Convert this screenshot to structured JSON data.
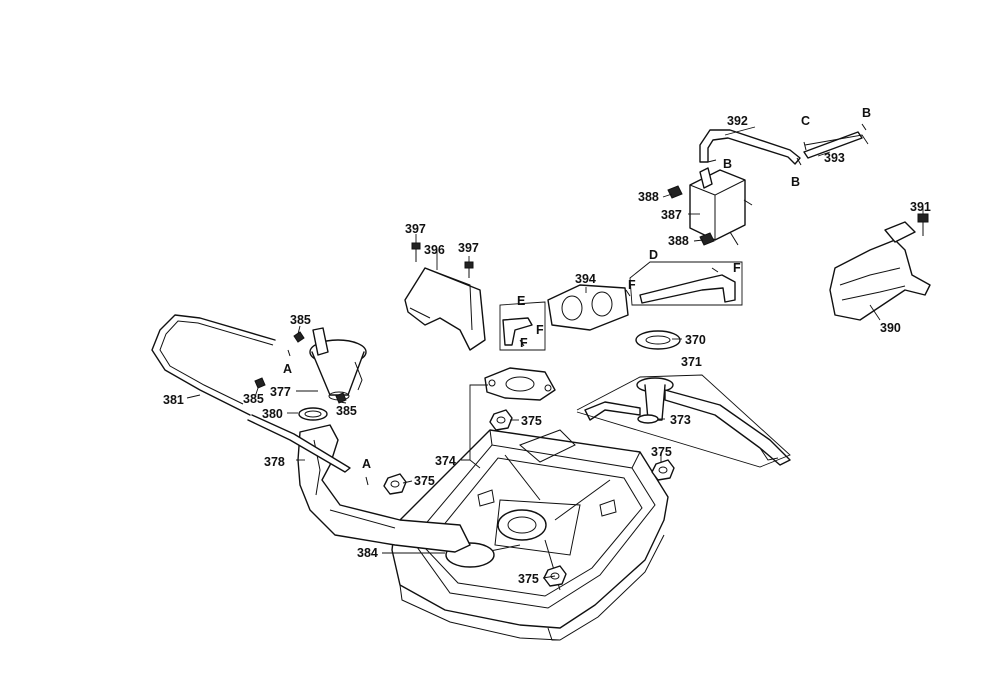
{
  "callouts": {
    "c392": "392",
    "c393": "393",
    "c391": "391",
    "c390": "390",
    "c388a": "388",
    "c387": "387",
    "c388b": "388",
    "c397a": "397",
    "c396": "396",
    "c397b": "397",
    "c394": "394",
    "c370": "370",
    "c371": "371",
    "c373": "373",
    "c385a": "385",
    "c385b": "385",
    "c385c": "385",
    "c377": "377",
    "c381": "381",
    "c380": "380",
    "c378": "378",
    "c374": "374",
    "c375a": "375",
    "c375b": "375",
    "c375c": "375",
    "c375d": "375",
    "c384": "384"
  },
  "connectors": {
    "b1": "B",
    "b2": "B",
    "b3": "B",
    "c": "C",
    "d": "D",
    "e": "E",
    "f1": "F",
    "f2": "F",
    "f3": "F",
    "f4": "F",
    "a1": "A",
    "a2": "A"
  },
  "colors": {
    "line": "#111111",
    "background": "#ffffff"
  }
}
